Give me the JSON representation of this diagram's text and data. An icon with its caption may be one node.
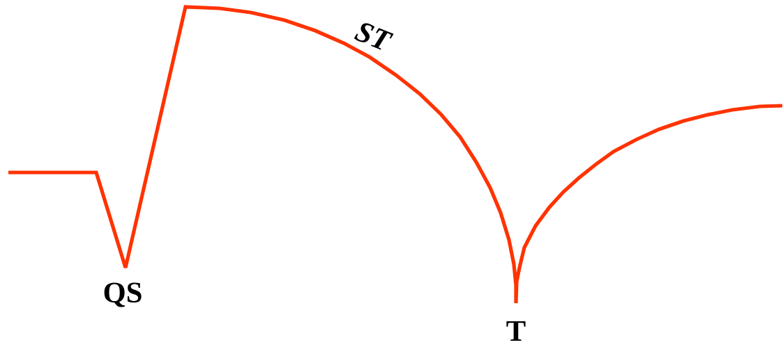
{
  "diagram": {
    "labels": [
      "ST",
      "QS",
      "T"
    ]
  }
}
